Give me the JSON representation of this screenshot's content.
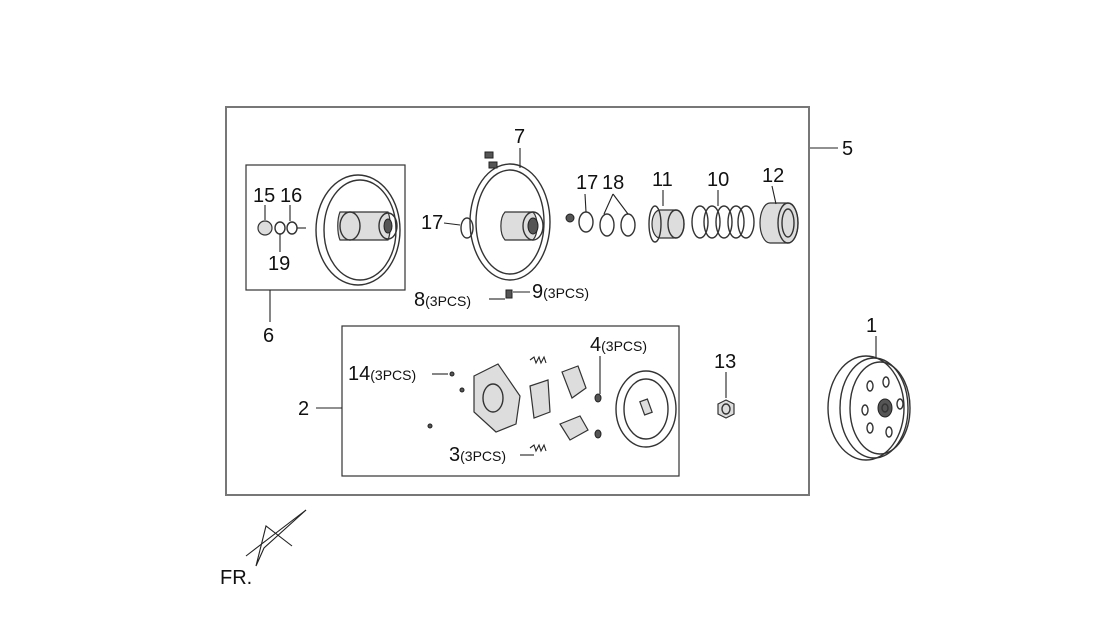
{
  "labels": {
    "p1": "1",
    "p2": "2",
    "p3": "3",
    "p4": "4",
    "p5": "5",
    "p6": "6",
    "p7": "7",
    "p8": "8",
    "p9": "9",
    "p10": "10",
    "p11": "11",
    "p12": "12",
    "p13": "13",
    "p14": "14",
    "p15": "15",
    "p16": "16",
    "p17a": "17",
    "p17b": "17",
    "p18": "18",
    "p19": "19",
    "qty": "(3PCS)",
    "direction": "FR."
  }
}
